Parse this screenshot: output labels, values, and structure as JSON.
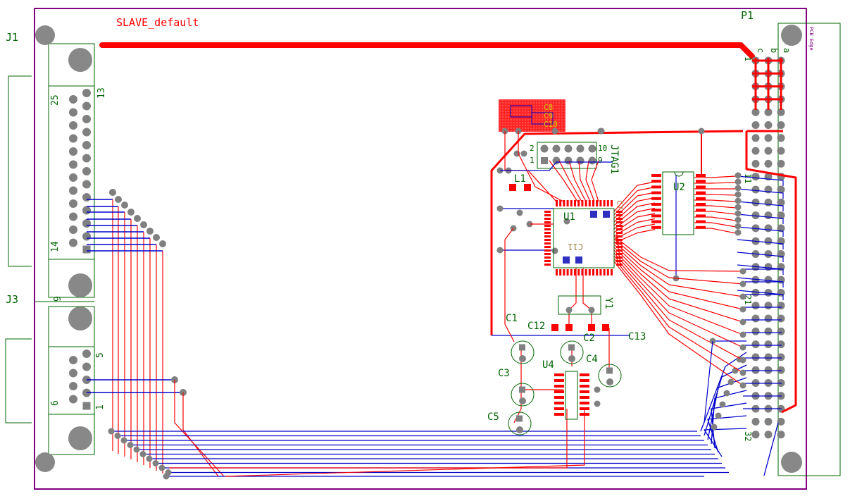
{
  "colors": {
    "board_outline": "#800080",
    "silkscreen": "#006400",
    "top_copper": "#ff0000",
    "bottom_copper": "#0000cc",
    "pad": "#808080",
    "via": "#808080",
    "component_pad": "#3030c0"
  },
  "board": {
    "name": "SLAVE_default"
  },
  "components": {
    "J1": {
      "ref": "J1",
      "pin_labels": [
        "25",
        "13",
        "14"
      ]
    },
    "J3": {
      "ref": "J3",
      "pin_labels": [
        "9",
        "5",
        "6",
        "1"
      ]
    },
    "P1": {
      "ref": "P1",
      "edge_label": "PCB Edge",
      "column_labels": [
        "a",
        "b",
        "c"
      ],
      "row_labels": [
        "1",
        "32"
      ],
      "mid_labels": [
        "11",
        "21"
      ]
    },
    "JTAG1": {
      "ref": "JTAG1",
      "pin_labels": [
        "2",
        "10",
        "1",
        "9"
      ]
    },
    "U1": {
      "ref": "U1",
      "sub_label": "C11"
    },
    "U2": {
      "ref": "U2"
    },
    "U4": {
      "ref": "U4"
    },
    "L1": {
      "ref": "L1"
    },
    "Y1": {
      "ref": "Y1"
    },
    "caps": [
      "C1",
      "C2",
      "C3",
      "C4",
      "C5",
      "C12",
      "C13"
    ],
    "top_cluster": [
      "C8",
      "C9",
      "C10"
    ],
    "u1_side": "C7"
  }
}
